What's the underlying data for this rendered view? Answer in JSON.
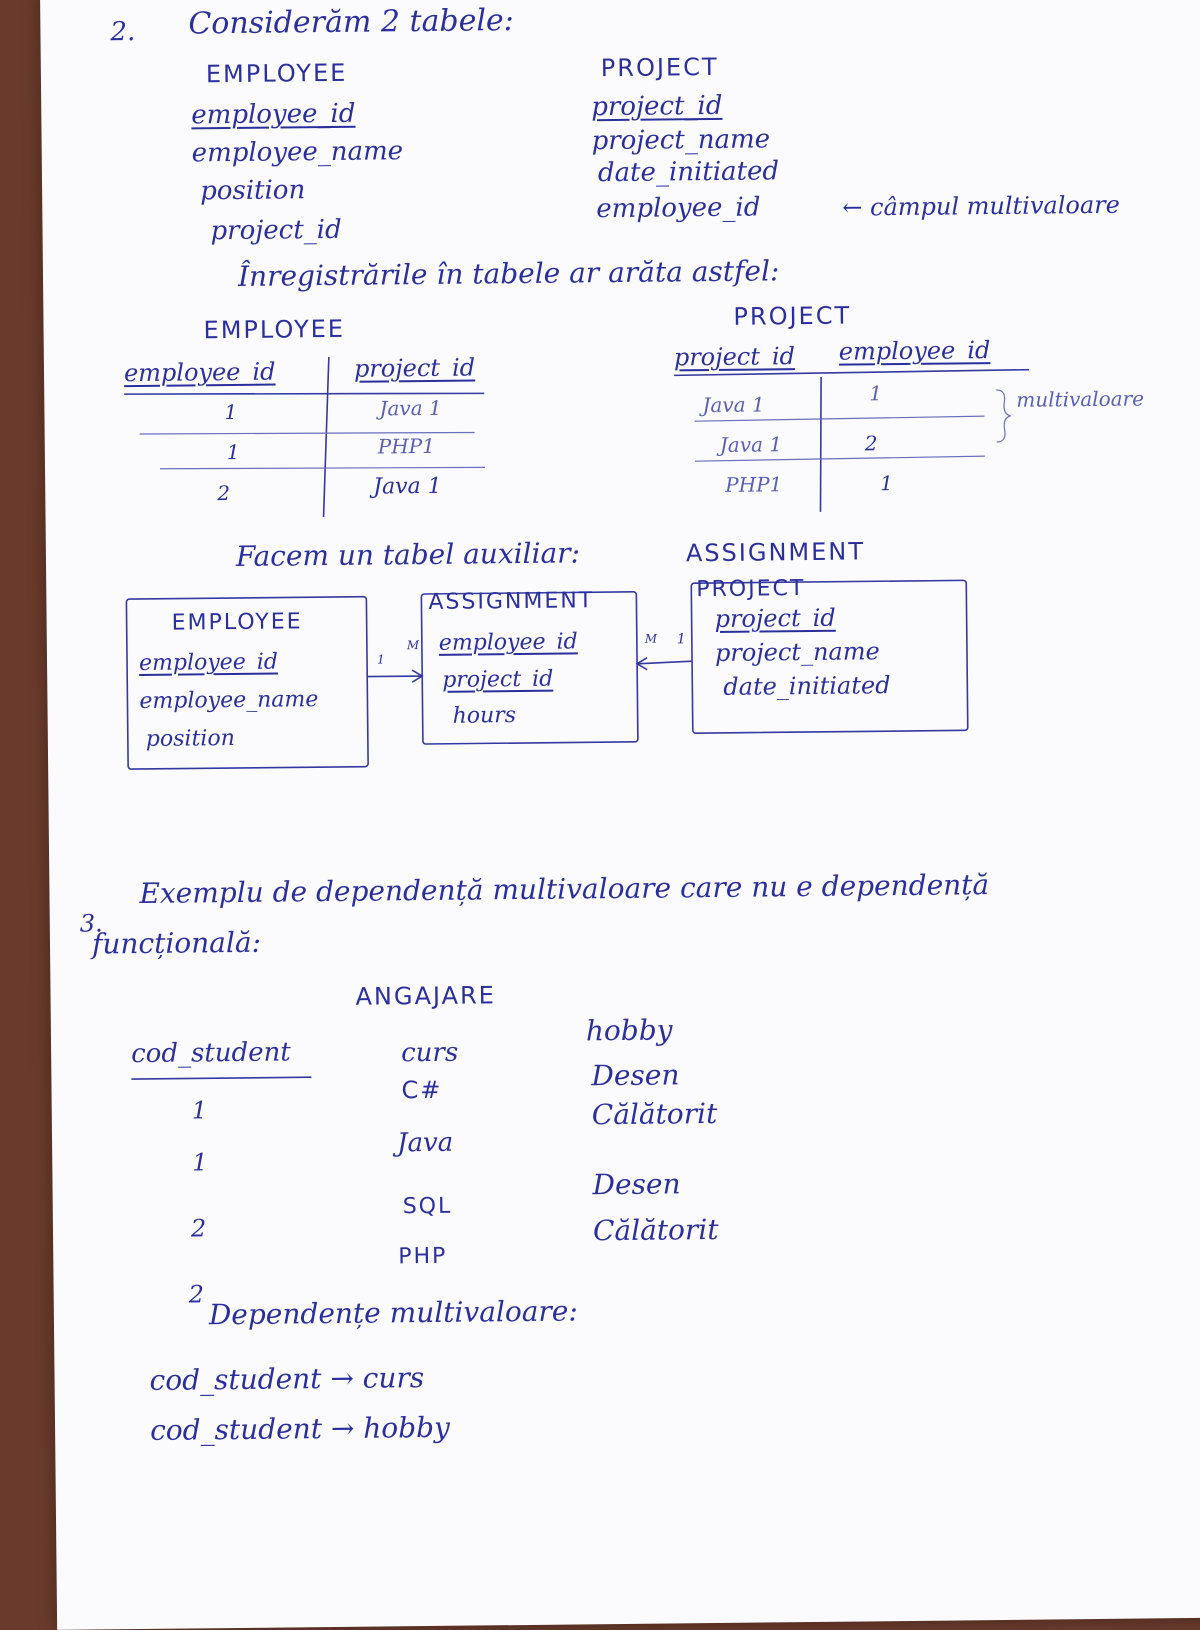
{
  "section2": {
    "number": "2.",
    "heading": "Considerăm 2 tabele:",
    "employee": {
      "title": "EMPLOYEE",
      "fields": [
        "employee_id",
        "employee_name",
        "position",
        "project_id"
      ]
    },
    "project": {
      "title": "PROJECT",
      "fields": [
        "project_id",
        "project_name",
        "date_initiated",
        "employee_id"
      ],
      "note": "← câmpul multivaloare"
    },
    "records_heading": "Înregistrările în tabele ar arăta astfel:",
    "employee_table": {
      "title": "EMPLOYEE",
      "headers": [
        "employee_id",
        "project_id"
      ],
      "rows": [
        [
          "1",
          "Java 1"
        ],
        [
          "1",
          "PHP1"
        ],
        [
          "2",
          "Java 1"
        ]
      ]
    },
    "project_table": {
      "title": "PROJECT",
      "headers": [
        "project_id",
        "employee_id"
      ],
      "rows": [
        [
          "Java 1",
          "1"
        ],
        [
          "Java 1",
          "2"
        ],
        [
          "PHP1",
          "1"
        ]
      ],
      "brace_note": "multivaloare"
    },
    "aux_heading": "Facem un tabel auxiliar:",
    "aux_name": "ASSIGNMENT",
    "diagram": {
      "employee": {
        "title": "EMPLOYEE",
        "fields": [
          "employee_id",
          "employee_name",
          "position"
        ]
      },
      "assignment": {
        "title": "ASSIGNMENT",
        "fields": [
          "employee_id",
          "project_id",
          "hours"
        ]
      },
      "project": {
        "title": "PROJECT",
        "fields": [
          "project_id",
          "project_name",
          "date_initiated"
        ]
      },
      "card_left_1": "1",
      "card_left_m": "M",
      "card_right_m": "M",
      "card_right_1": "1"
    }
  },
  "section3": {
    "number": "3.",
    "line1": "Exemplu de dependență multivaloare care nu e dependență",
    "line2": "funcțională:",
    "table_title": "ANGAJARE",
    "headers": [
      "cod_student",
      "curs",
      "hobby"
    ],
    "cod_student": [
      "1",
      "1",
      "2",
      "2"
    ],
    "curs": [
      "C#",
      "Java",
      "SQL",
      "PHP"
    ],
    "hobby": [
      "Desen",
      "Călătorit",
      "Desen",
      "Călătorit"
    ],
    "deps_heading": "Dependențe multivaloare:",
    "deps": [
      "cod_student → curs",
      "cod_student → hobby"
    ]
  }
}
